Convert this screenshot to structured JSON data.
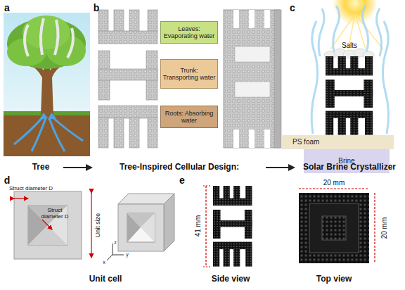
{
  "diagram": {
    "nodes": [
      {
        "text": [
          "Leaves: Evaporating water"
        ]
      },
      {
        "text": [
          "Trunk: Transporting water"
        ]
      },
      {
        "text": [
          "Roots: Absorbing water"
        ]
      },
      {
        "text": [
          "PS foam"
        ]
      },
      {
        "text": [
          "Brine"
        ]
      }
    ],
    "labels": [
      "a",
      "b",
      "c",
      "Salts",
      "Tree",
      "Tree-Inspired Cellular Design:",
      "Solar Brine Crystallizer",
      "d",
      "Struct diameter D",
      "Struct diameter D",
      "Unit size",
      "z",
      "x",
      "y",
      "Unit cell",
      "e",
      "41 mm",
      "20 mm",
      "20 mm",
      "Side view",
      "Top view"
    ]
  }
}
